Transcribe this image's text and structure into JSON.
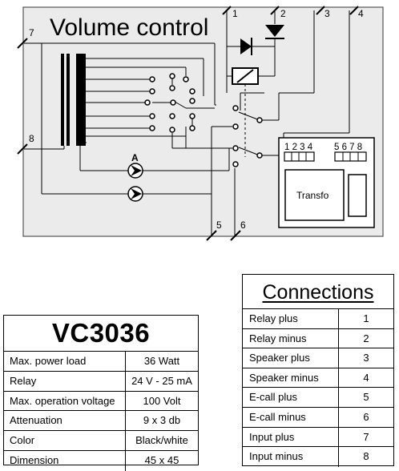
{
  "diagram": {
    "title": "Volume control",
    "terminals": [
      "1",
      "2",
      "3",
      "4",
      "5",
      "6",
      "7",
      "8"
    ],
    "input_label": "A",
    "transfo_label": "Transfo",
    "block_left_pins": "1 2 3 4",
    "block_right_pins": "5 6 7 8"
  },
  "specs": {
    "model": "VC3036",
    "rows": [
      {
        "label": "Max. power load",
        "value": "36 Watt"
      },
      {
        "label": "Relay",
        "value": "24 V - 25 mA"
      },
      {
        "label": "Max. operation voltage",
        "value": "100 Volt"
      },
      {
        "label": "Attenuation",
        "value": "9 x 3 db"
      },
      {
        "label": "Color",
        "value": "Black/white"
      },
      {
        "label": "Dimension",
        "value": "45 x 45"
      }
    ]
  },
  "connections": {
    "title": "Connections",
    "rows": [
      {
        "label": "Relay plus",
        "num": "1"
      },
      {
        "label": "Relay minus",
        "num": "2"
      },
      {
        "label": "Speaker plus",
        "num": "3"
      },
      {
        "label": "Speaker minus",
        "num": "4"
      },
      {
        "label": "E-call plus",
        "num": "5"
      },
      {
        "label": "E-call minus",
        "num": "6"
      },
      {
        "label": "Input plus",
        "num": "7"
      },
      {
        "label": "Input minus",
        "num": "8"
      }
    ]
  }
}
